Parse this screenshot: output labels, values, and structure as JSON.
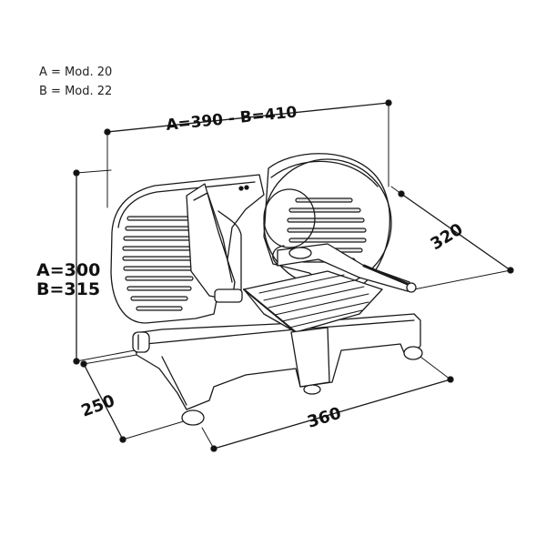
{
  "legend": {
    "line_a": "A = Mod. 20",
    "line_b": "B = Mod. 22"
  },
  "dimensions": {
    "top_width": "A=390 - B=410",
    "height_a": "A=300",
    "height_b": "B=315",
    "depth_right": "320",
    "depth_left": "250",
    "base_width": "360"
  },
  "colors": {
    "line": "#1a1a1a",
    "fill_light": "#e6e6e6",
    "fill_dark": "#2a2a2a"
  }
}
